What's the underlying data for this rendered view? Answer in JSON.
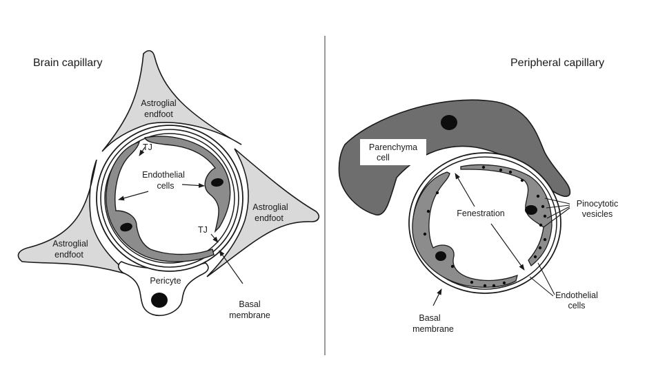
{
  "left_panel": {
    "title": "Brain capillary",
    "labels": {
      "astroglial_top_1": "Astroglial",
      "astroglial_top_2": "endfoot",
      "astroglial_right_1": "Astroglial",
      "astroglial_right_2": "endfoot",
      "astroglial_left_1": "Astroglial",
      "astroglial_left_2": "endfoot",
      "tj_top": "TJ",
      "tj_bottom": "TJ",
      "endothelial_1": "Endothelial",
      "endothelial_2": "cells",
      "pericyte": "Pericyte",
      "basal_1": "Basal",
      "basal_2": "membrane"
    }
  },
  "right_panel": {
    "title": "Peripheral capillary",
    "labels": {
      "parenchyma_1": "Parenchyma",
      "parenchyma_2": "cell",
      "fenestration": "Fenestration",
      "pinocytotic_1": "Pinocytotic",
      "pinocytotic_2": "vesicles",
      "endothelial_1": "Endothelial",
      "endothelial_2": "cells",
      "basal_1": "Basal",
      "basal_2": "membrane"
    }
  },
  "colors": {
    "endfoot_fill": "#d9d9d9",
    "endothelium_fill": "#8c8c8c",
    "parenchyma_fill": "#6e6e6e",
    "outline": "#1a1a1a",
    "divider": "#9a9a9a",
    "nucleus": "#0d0d0d"
  }
}
